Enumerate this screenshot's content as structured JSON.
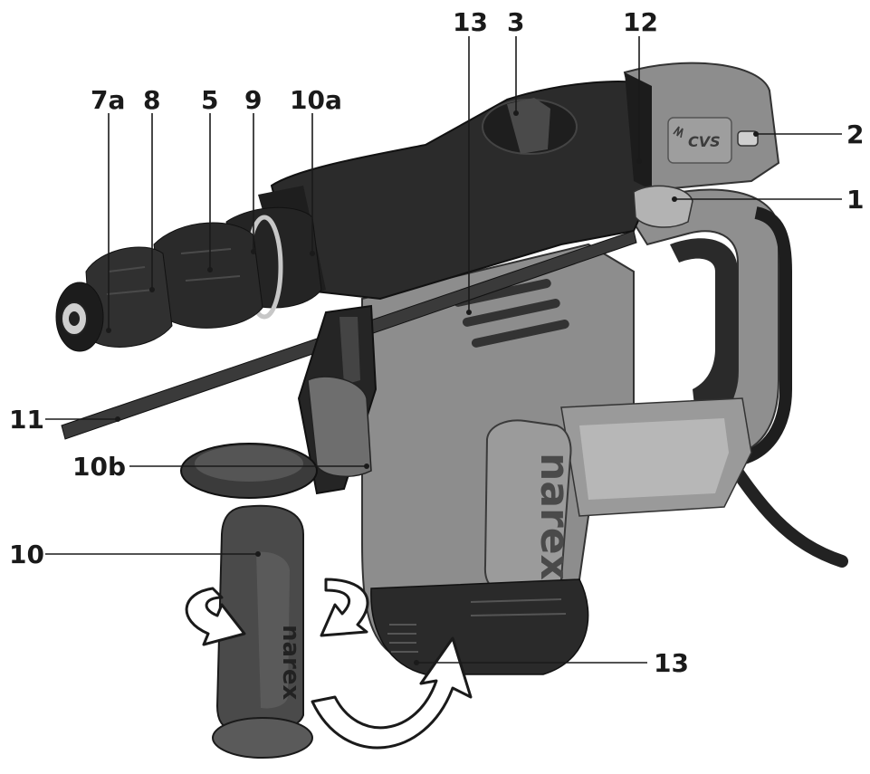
{
  "callouts": {
    "c7a": "7a",
    "c8": "8",
    "c5": "5",
    "c9": "9",
    "c10a": "10a",
    "c13_top": "13",
    "c3": "3",
    "c12": "12",
    "c2": "2",
    "c1": "1",
    "c11": "11",
    "c10b": "10b",
    "c10": "10",
    "c13_bottom": "13"
  },
  "brand": {
    "logo_body": "narex",
    "logo_handle": "narex",
    "badge": "CVS"
  },
  "colors": {
    "body_grey": "#8d8d8d",
    "dark_plastic": "#262626",
    "light_grey": "#b5b5b5",
    "arrow_fill": "#ffffff",
    "line": "#1a1a1a"
  },
  "icons": {
    "rotation_arrows": "rotate-arrows-icon",
    "swing_arrow": "swing-arrow-icon"
  }
}
